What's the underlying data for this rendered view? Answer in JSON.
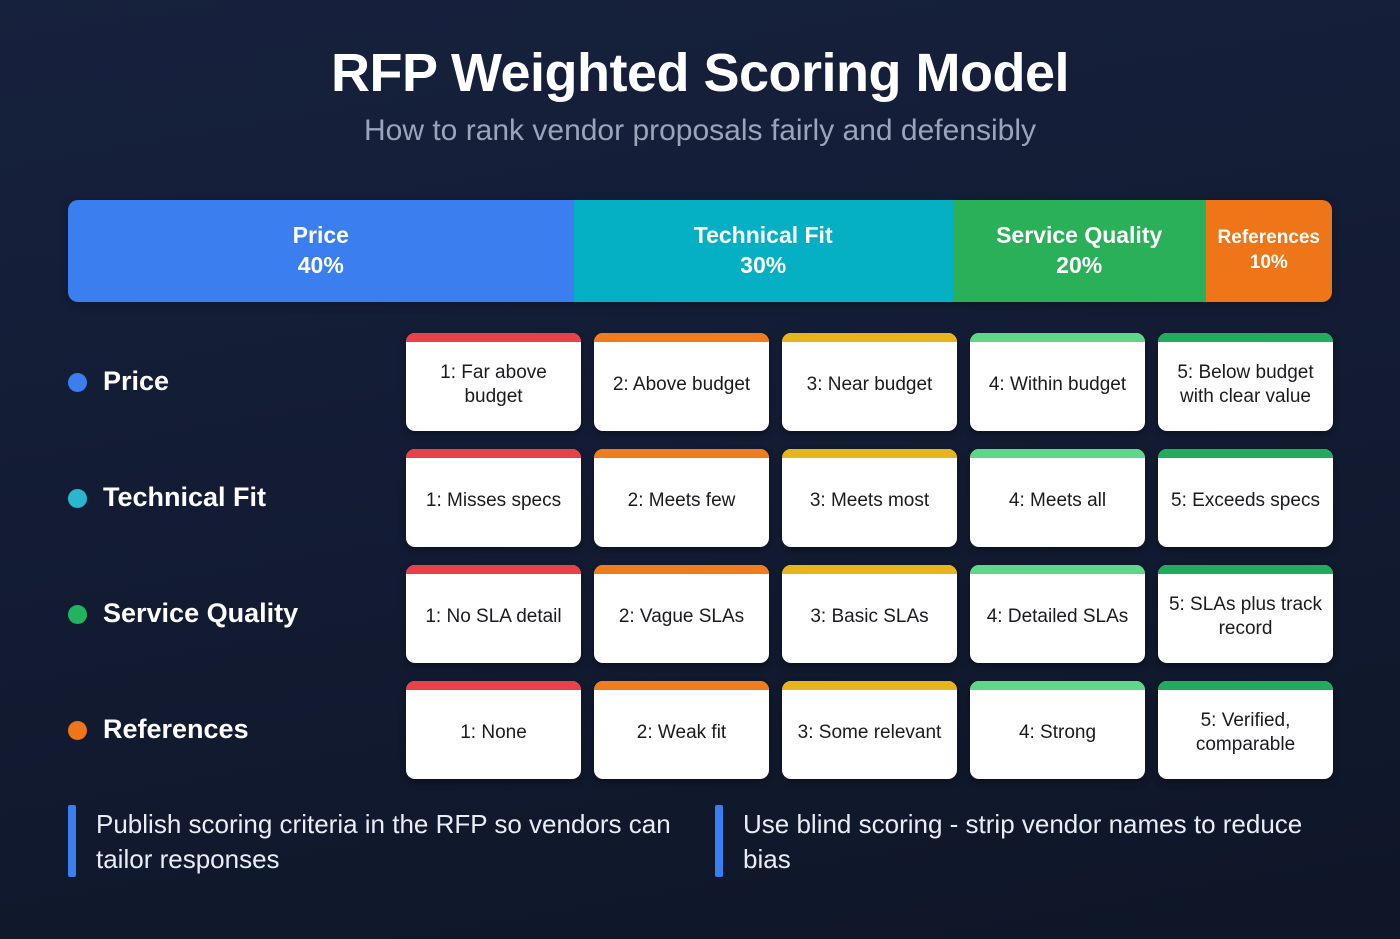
{
  "header": {
    "title": "RFP Weighted Scoring Model",
    "subtitle": "How to rank vendor proposals fairly and defensibly"
  },
  "theme": {
    "background_top": "#16213d",
    "background_bottom": "#0e1627",
    "accent_blue": "#3b7ef0",
    "accent_teal": "#06b0c4",
    "accent_green": "#2bb05a",
    "accent_orange": "#ef7519",
    "card_bg": "#ffffff",
    "text_primary": "#ffffff",
    "text_secondary": "#9aa4bb"
  },
  "weight_bar": {
    "segments": [
      {
        "name": "Price",
        "percent": "40%",
        "weight": 40,
        "color": "#3b7ef0",
        "size": "normal"
      },
      {
        "name": "Technical Fit",
        "percent": "30%",
        "weight": 30,
        "color": "#06b0c4",
        "size": "normal"
      },
      {
        "name": "Service Quality",
        "percent": "20%",
        "weight": 20,
        "color": "#2bb05a",
        "size": "normal"
      },
      {
        "name": "References",
        "percent": "10%",
        "weight": 10,
        "color": "#ef7519",
        "size": "small"
      }
    ]
  },
  "score_levels": [
    {
      "score": 1,
      "accent": "#e8414a"
    },
    {
      "score": 2,
      "accent": "#f07c1e"
    },
    {
      "score": 3,
      "accent": "#e8b41c"
    },
    {
      "score": 4,
      "accent": "#5fd788"
    },
    {
      "score": 5,
      "accent": "#22ab5c"
    }
  ],
  "criteria_rows": [
    {
      "label": "Price",
      "bullet_color": "#3b7ef0",
      "cards": [
        "1: Far above budget",
        "2: Above budget",
        "3: Near budget",
        "4: Within budget",
        "5: Below budget with clear value"
      ]
    },
    {
      "label": "Technical Fit",
      "bullet_color": "#2ab6cf",
      "cards": [
        "1: Misses specs",
        "2: Meets few",
        "3: Meets most",
        "4: Meets all",
        "5: Exceeds specs"
      ]
    },
    {
      "label": "Service Quality",
      "bullet_color": "#22b35e",
      "cards": [
        "1: No SLA detail",
        "2: Vague SLAs",
        "3: Basic SLAs",
        "4: Detailed SLAs",
        "5: SLAs plus track record"
      ]
    },
    {
      "label": "References",
      "bullet_color": "#ef7519",
      "cards": [
        "1: None",
        "2: Weak fit",
        "3: Some relevant",
        "4: Strong",
        "5: Verified, comparable"
      ]
    }
  ],
  "tips": [
    {
      "text": "Publish scoring criteria in the RFP so vendors can tailor responses",
      "bar_color": "#3b7ef0"
    },
    {
      "text": "Use blind scoring - strip vendor names to reduce bias",
      "bar_color": "#3b7ef0"
    }
  ]
}
